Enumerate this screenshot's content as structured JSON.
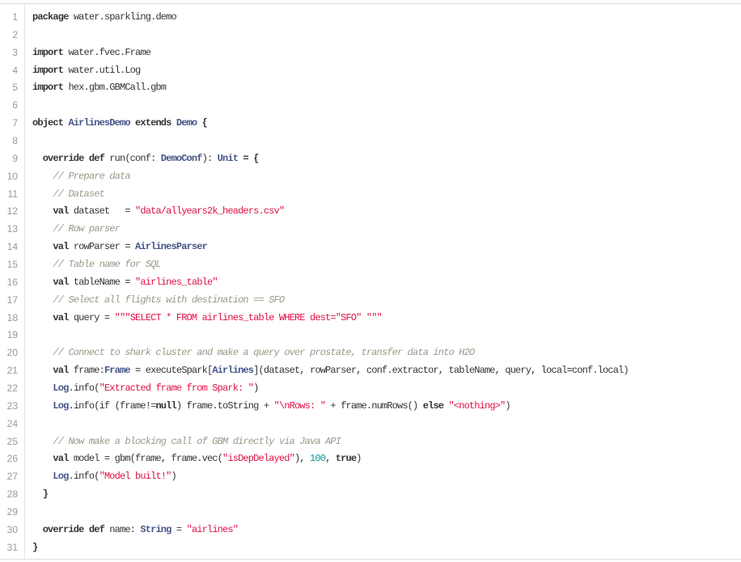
{
  "colors": {
    "keyword": "#333333",
    "type": "#445588",
    "string": "#dd1144",
    "comment": "#999988",
    "number": "#009999",
    "line_number": "#999999"
  },
  "lines": [
    [
      [
        "package",
        "k"
      ],
      [
        " water.sparkling.demo",
        "p"
      ]
    ],
    [],
    [
      [
        "import",
        "k"
      ],
      [
        " water.fvec.Frame",
        "p"
      ]
    ],
    [
      [
        "import",
        "k"
      ],
      [
        " water.util.Log",
        "p"
      ]
    ],
    [
      [
        "import",
        "k"
      ],
      [
        " hex.gbm.GBMCall.gbm",
        "p"
      ]
    ],
    [],
    [
      [
        "object",
        "k"
      ],
      [
        " ",
        "p"
      ],
      [
        "AirlinesDemo",
        "t"
      ],
      [
        " ",
        "p"
      ],
      [
        "extends",
        "k"
      ],
      [
        " ",
        "p"
      ],
      [
        "Demo",
        "t"
      ],
      [
        " {",
        "k"
      ]
    ],
    [],
    [
      [
        "  override def",
        "k"
      ],
      [
        " run(conf: ",
        "p"
      ],
      [
        "DemoConf",
        "t"
      ],
      [
        "): ",
        "p"
      ],
      [
        "Unit",
        "t"
      ],
      [
        " = {",
        "k"
      ]
    ],
    [
      [
        "    // Prepare data",
        "c"
      ]
    ],
    [
      [
        "    // Dataset",
        "c"
      ]
    ],
    [
      [
        "    val",
        "k"
      ],
      [
        " dataset   = ",
        "p"
      ],
      [
        "\"data/allyears2k_headers.csv\"",
        "s"
      ]
    ],
    [
      [
        "    // Row parser",
        "c"
      ]
    ],
    [
      [
        "    val",
        "k"
      ],
      [
        " rowParser = ",
        "p"
      ],
      [
        "AirlinesParser",
        "t"
      ]
    ],
    [
      [
        "    // Table name for SQL",
        "c"
      ]
    ],
    [
      [
        "    val",
        "k"
      ],
      [
        " tableName = ",
        "p"
      ],
      [
        "\"airlines_table\"",
        "s"
      ]
    ],
    [
      [
        "    // Select all flights with destination == SFO",
        "c"
      ]
    ],
    [
      [
        "    val",
        "k"
      ],
      [
        " query = ",
        "p"
      ],
      [
        "\"\"\"SELECT * FROM airlines_table WHERE dest=\"SFO\" \"\"\"",
        "s"
      ]
    ],
    [],
    [
      [
        "    // Connect to shark cluster and make a query over prostate, transfer data into H2O",
        "c"
      ]
    ],
    [
      [
        "    val",
        "k"
      ],
      [
        " frame:",
        "p"
      ],
      [
        "Frame",
        "t"
      ],
      [
        " = executeSpark[",
        "p"
      ],
      [
        "Airlines",
        "t"
      ],
      [
        "](dataset, rowParser, conf.extractor, tableName, query, local=conf.local)",
        "p"
      ]
    ],
    [
      [
        "    ",
        "p"
      ],
      [
        "Log",
        "t"
      ],
      [
        ".info(",
        "p"
      ],
      [
        "\"Extracted frame from Spark: \"",
        "s"
      ],
      [
        ")",
        "p"
      ]
    ],
    [
      [
        "    ",
        "p"
      ],
      [
        "Log",
        "t"
      ],
      [
        ".info(if (frame!=",
        "p"
      ],
      [
        "null",
        "k"
      ],
      [
        ") frame.toString + ",
        "p"
      ],
      [
        "\"\\nRows: \"",
        "s"
      ],
      [
        " + frame.numRows() ",
        "p"
      ],
      [
        "else",
        "k"
      ],
      [
        " ",
        "p"
      ],
      [
        "\"<nothing>\"",
        "s"
      ],
      [
        ")",
        "p"
      ]
    ],
    [],
    [
      [
        "    // Now make a blocking call of GBM directly via Java API",
        "c"
      ]
    ],
    [
      [
        "    val",
        "k"
      ],
      [
        " model = gbm(frame, frame.vec(",
        "p"
      ],
      [
        "\"isDepDelayed\"",
        "s"
      ],
      [
        "), ",
        "p"
      ],
      [
        "100",
        "n"
      ],
      [
        ", ",
        "p"
      ],
      [
        "true",
        "k"
      ],
      [
        ")",
        "p"
      ]
    ],
    [
      [
        "    ",
        "p"
      ],
      [
        "Log",
        "t"
      ],
      [
        ".info(",
        "p"
      ],
      [
        "\"Model built!\"",
        "s"
      ],
      [
        ")",
        "p"
      ]
    ],
    [
      [
        "  }",
        "k"
      ]
    ],
    [],
    [
      [
        "  override def",
        "k"
      ],
      [
        " name: ",
        "p"
      ],
      [
        "String",
        "t"
      ],
      [
        " = ",
        "p"
      ],
      [
        "\"airlines\"",
        "s"
      ]
    ],
    [
      [
        "}",
        "k"
      ]
    ]
  ]
}
